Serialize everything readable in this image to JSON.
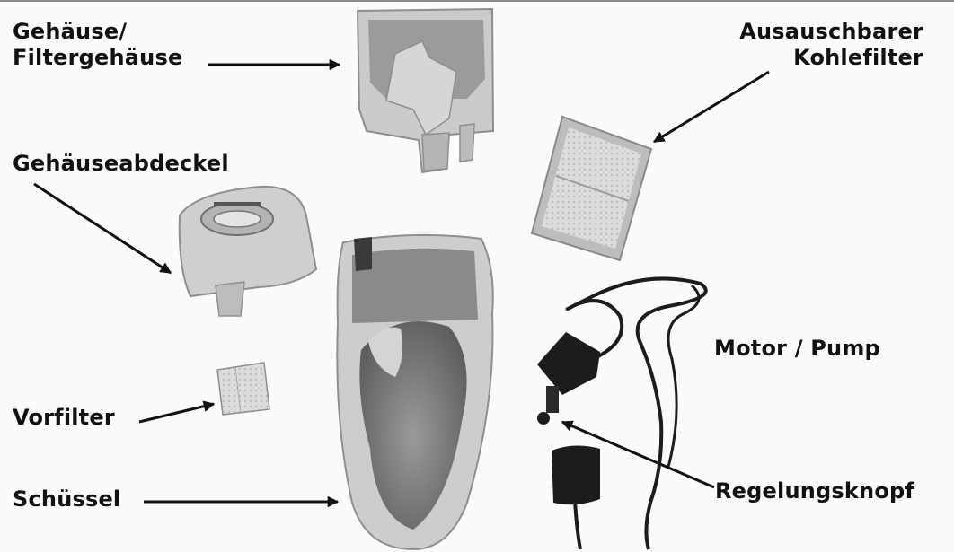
{
  "labels": {
    "housing_line1": "Gehäuse/",
    "housing_line2": "Filtergehäuse",
    "carbon_line1": "Ausauschbarer",
    "carbon_line2": "Kohlefilter",
    "lid": "Gehäuseabdeckel",
    "motor": "Motor / Pump",
    "prefilter": "Vorfilter",
    "knob": "Regelungsknopf",
    "bowl": "Schüssel"
  },
  "colors": {
    "ink": "#111111",
    "plastic": "#cdcdcd",
    "plastic_dark": "#8e8e8e",
    "plastic_shadow": "#a8a8a8",
    "filter": "#d8d8d8",
    "black_part": "#1c1c1c",
    "background": "#fbfbfb"
  }
}
